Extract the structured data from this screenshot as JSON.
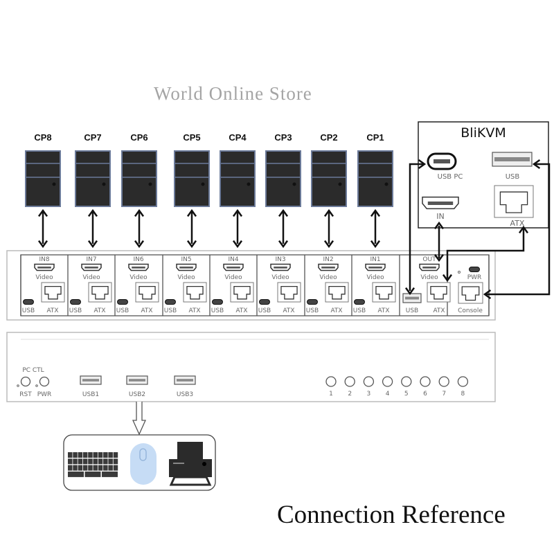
{
  "computers": [
    "CP8",
    "CP7",
    "CP6",
    "CP5",
    "CP4",
    "CP3",
    "CP2",
    "CP1"
  ],
  "inputs": [
    {
      "name": "IN8",
      "video": "Video",
      "usb": "USB",
      "atx": "ATX"
    },
    {
      "name": "IN7",
      "video": "Video",
      "usb": "USB",
      "atx": "ATX"
    },
    {
      "name": "IN6",
      "video": "Video",
      "usb": "USB",
      "atx": "ATX"
    },
    {
      "name": "IN5",
      "video": "Video",
      "usb": "USB",
      "atx": "ATX"
    },
    {
      "name": "IN4",
      "video": "Video",
      "usb": "USB",
      "atx": "ATX"
    },
    {
      "name": "IN3",
      "video": "Video",
      "usb": "USB",
      "atx": "ATX"
    },
    {
      "name": "IN2",
      "video": "Video",
      "usb": "USB",
      "atx": "ATX"
    },
    {
      "name": "IN1",
      "video": "Video",
      "usb": "USB",
      "atx": "ATX"
    }
  ],
  "out": {
    "name": "OUT",
    "video": "Video",
    "usb": "USB",
    "atx": "ATX"
  },
  "power": {
    "pwr": "PWR",
    "console": "Console"
  },
  "blikvm": {
    "title": "BliKVM",
    "usb_pc": "USB PC",
    "usb": "USB",
    "in": "IN",
    "atx": "ATX"
  },
  "front": {
    "pc_ctl": "PC CTL",
    "rst": "RST",
    "pwr": "PWR",
    "usb_ports": [
      "USB1",
      "USB2",
      "USB3"
    ],
    "buttons": [
      "1",
      "2",
      "3",
      "4",
      "5",
      "6",
      "7",
      "8"
    ]
  },
  "watermark": "World Online Store",
  "title": "Connection Reference",
  "colors": {
    "computer": "#2b2b2b",
    "computer_border": "#6b7a99",
    "mouse": "#c6dcf5"
  }
}
